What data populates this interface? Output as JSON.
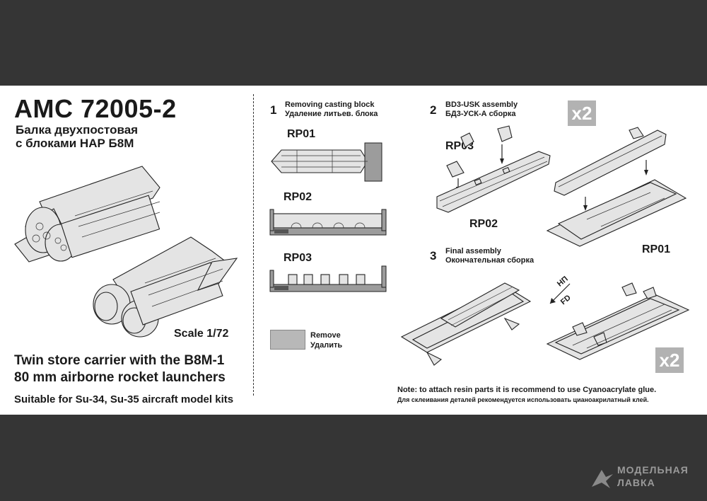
{
  "header": {
    "code": "AMC 72005-2",
    "title_ru_line1": "Балка двухпостовая",
    "title_ru_line2": "с блоками НАР Б8М"
  },
  "scale": "Scale 1/72",
  "description": {
    "line1": "Twin store carrier with the B8M-1",
    "line2": "80 mm airborne rocket launchers",
    "suitable": "Suitable for Su-34, Su-35 aircraft model kits"
  },
  "steps": [
    {
      "number": "1",
      "title_en": "Removing casting block",
      "title_ru": "Удаление литьев. блока"
    },
    {
      "number": "2",
      "title_en": "BD3-USK assembly",
      "title_ru": "БД3-УСК-А сборка"
    },
    {
      "number": "3",
      "title_en": "Final assembly",
      "title_ru": "Окончательная сборка"
    }
  ],
  "parts": {
    "rp01": "RP01",
    "rp02": "RP02",
    "rp03": "RP03"
  },
  "legend": {
    "remove_en": "Remove",
    "remove_ru": "Удалить"
  },
  "multipliers": {
    "top": "x2",
    "bottom": "x2"
  },
  "direction": {
    "ru": "НП",
    "en": "FD"
  },
  "note": {
    "en": "Note: to attach resin parts it is recommend to use Cyanoacrylate glue.",
    "ru": "Для склеивания деталей рекомендуется использовать цианоакрилатный клей."
  },
  "watermark": {
    "line1": "МОДЕЛЬНАЯ",
    "line2": "ЛАВКА"
  },
  "colors": {
    "frame": "#353535",
    "sheet": "#ffffff",
    "remove_area": "#b8b8b8",
    "badge": "#b2b2b2"
  }
}
